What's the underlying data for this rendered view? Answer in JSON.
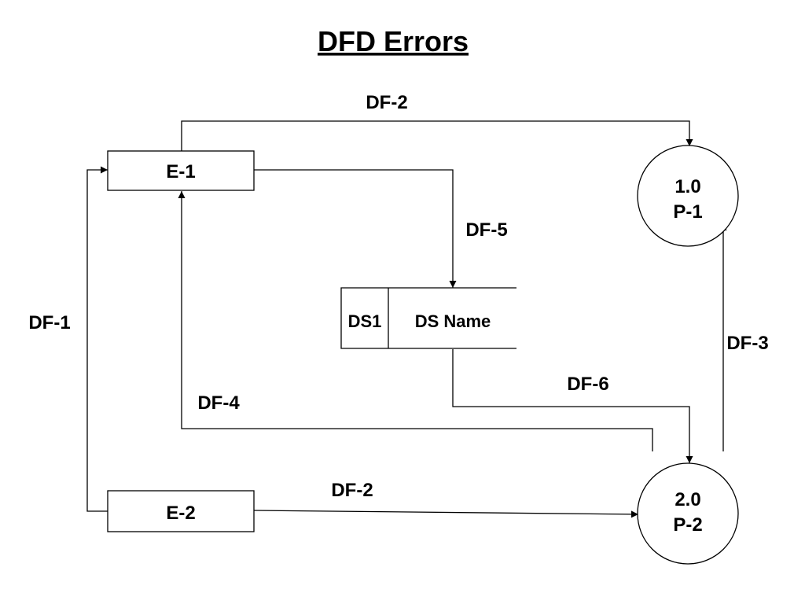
{
  "title": "DFD Errors",
  "entities": {
    "e1": "E-1",
    "e2": "E-2"
  },
  "processes": {
    "p1": {
      "number": "1.0",
      "name": "P-1"
    },
    "p2": {
      "number": "2.0",
      "name": "P-2"
    }
  },
  "data_store": {
    "id": "DS1",
    "name": "DS Name"
  },
  "flows": {
    "df1": "DF-1",
    "df2_top": "DF-2",
    "df2_bottom": "DF-2",
    "df3": "DF-3",
    "df4": "DF-4",
    "df5": "DF-5",
    "df6": "DF-6"
  },
  "colors": {
    "stroke": "#000000",
    "background": "#ffffff"
  }
}
